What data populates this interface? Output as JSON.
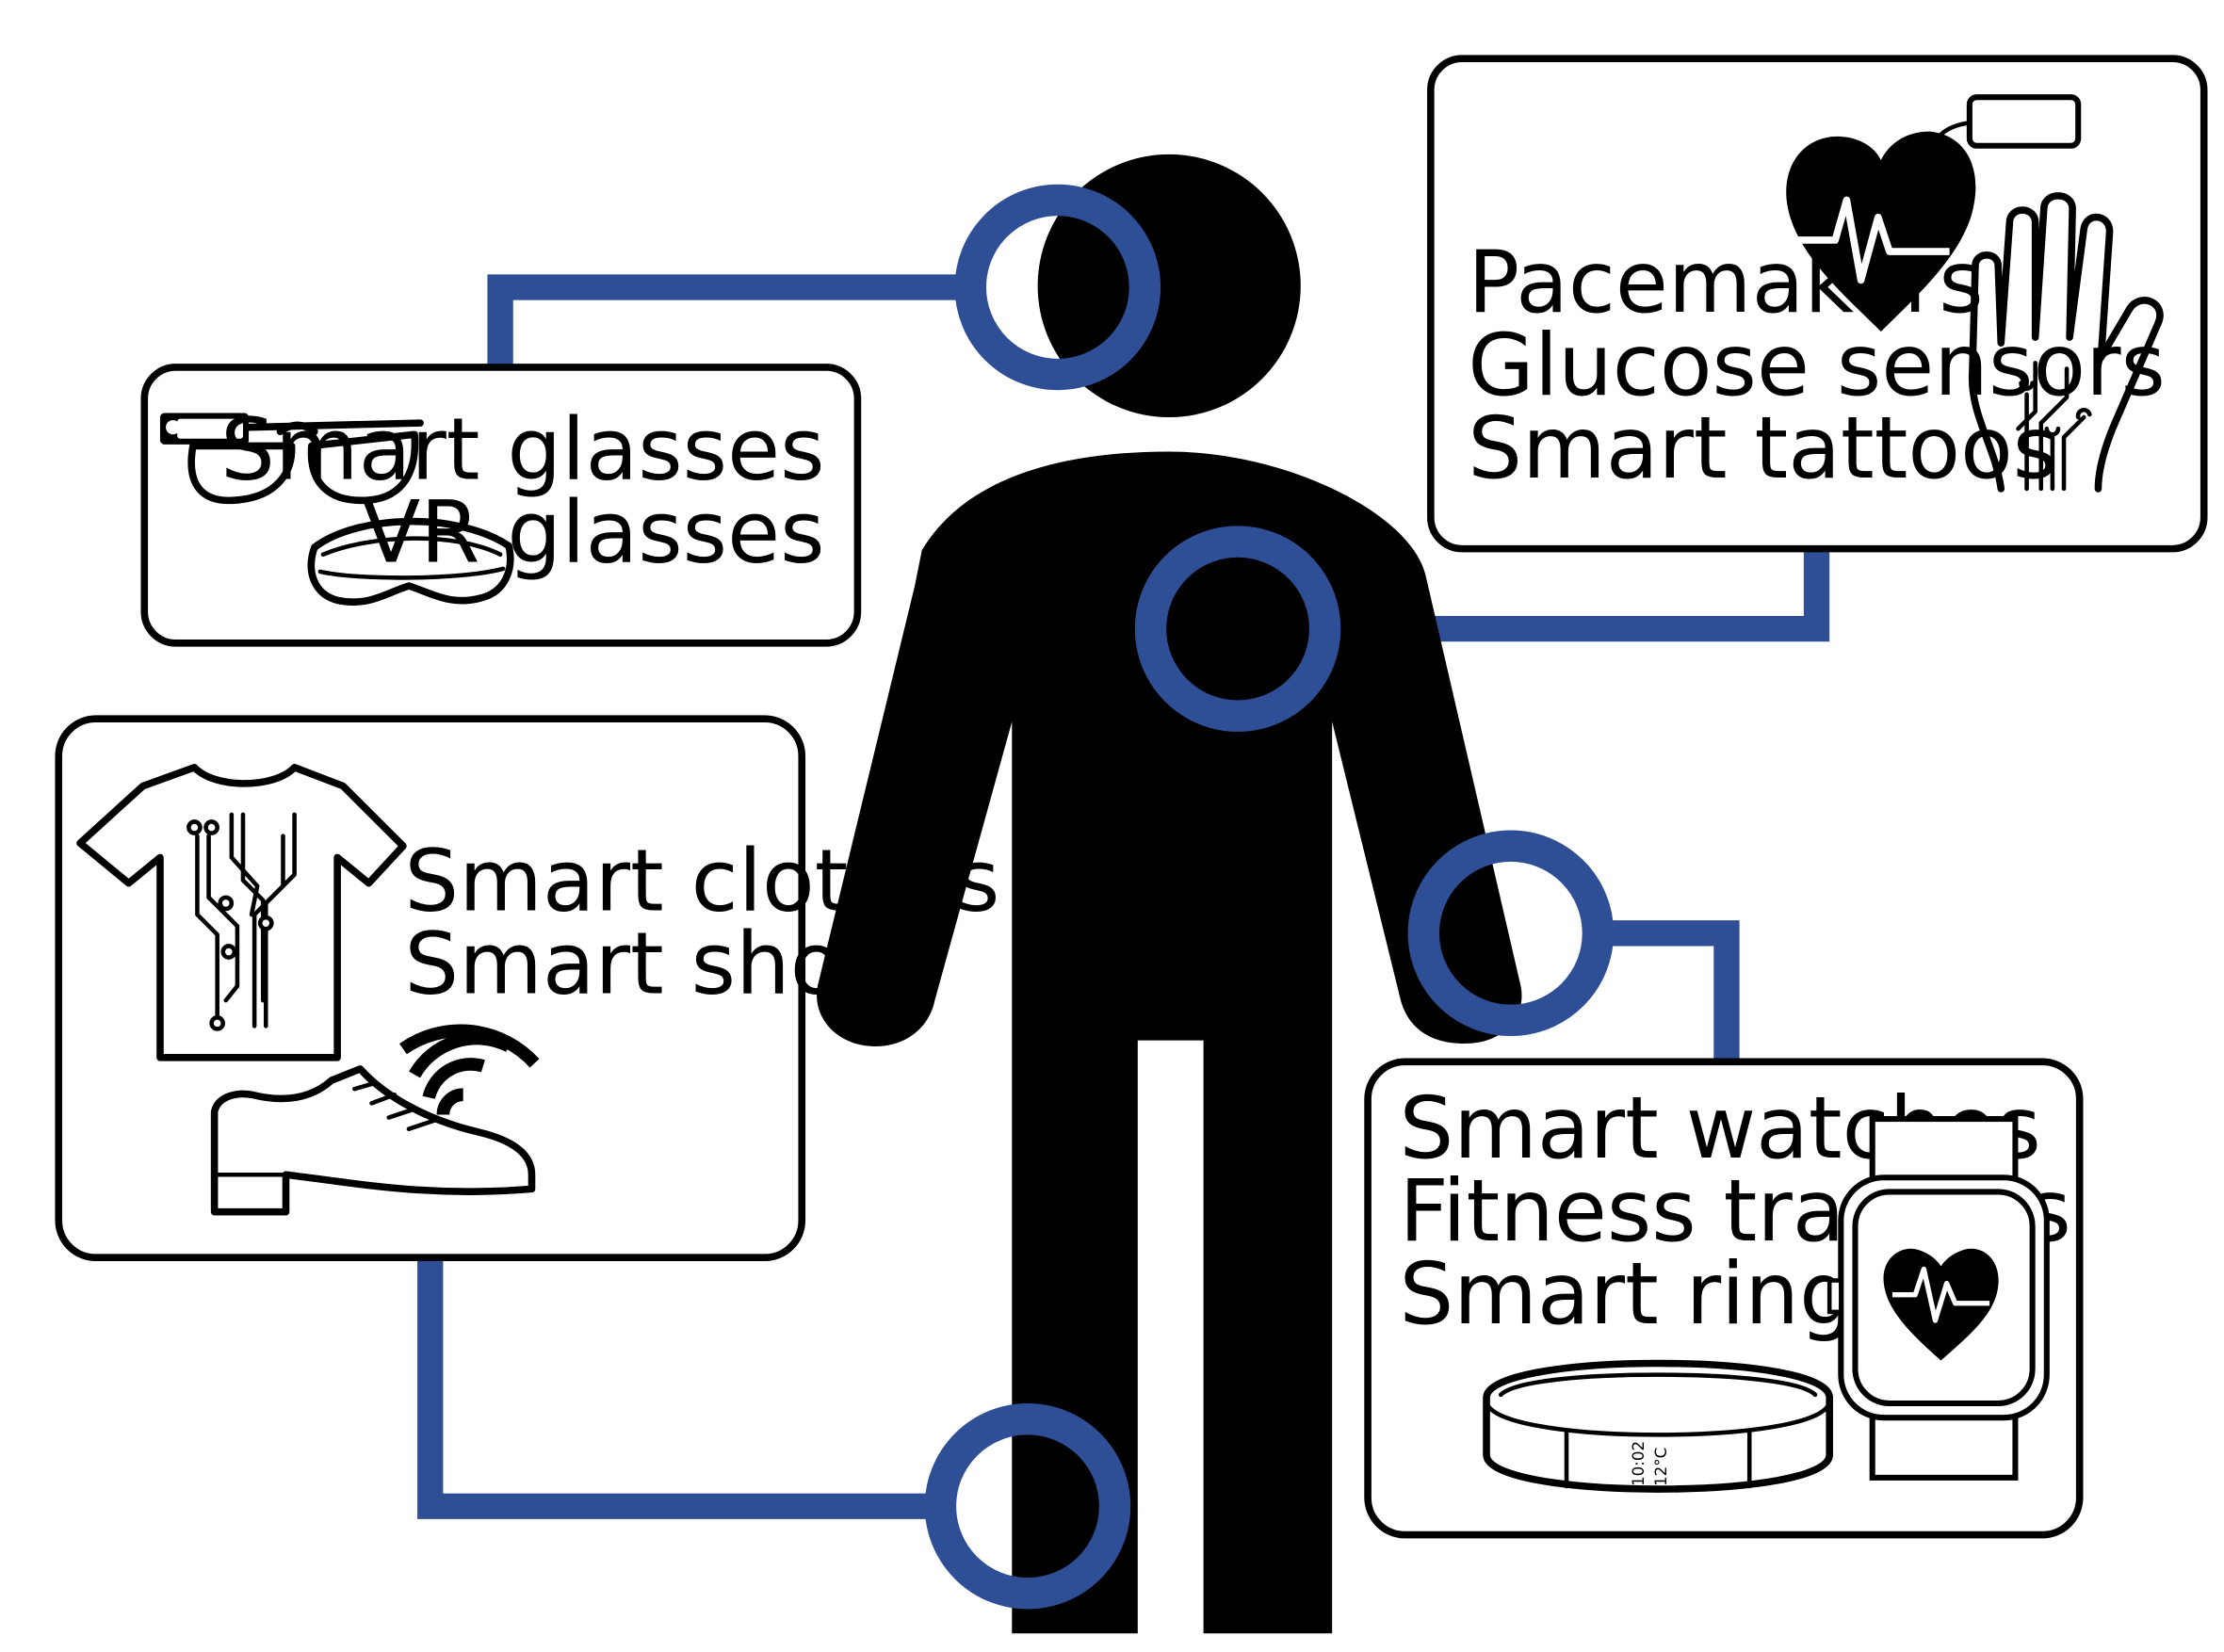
{
  "colors": {
    "accent": "#2E4F96",
    "silhouette": "#000000",
    "background": "#ffffff"
  },
  "groups": {
    "head": {
      "lines": [
        "Smart glasses",
        "VR glasses"
      ],
      "icons": [
        "smart-glasses-icon",
        "vr-glasses-icon"
      ]
    },
    "chest": {
      "lines": [
        "Pacemakers",
        "Glucose sensors",
        "Smart tattoos"
      ],
      "icons": [
        "heart-pacemaker-icon",
        "smart-tattoo-hand-icon"
      ]
    },
    "body": {
      "lines": [
        "Smart clothes",
        "Smart shoes"
      ],
      "icons": [
        "smart-shirt-icon",
        "smart-shoe-icon",
        "wireless-signal-icon"
      ]
    },
    "wrist": {
      "lines": [
        "Smart watches",
        "Fitness trackers",
        "Smart rings"
      ],
      "icons": [
        "smart-watch-icon",
        "fitness-band-icon"
      ],
      "band_readout": [
        "10:02",
        "12°C"
      ]
    }
  }
}
